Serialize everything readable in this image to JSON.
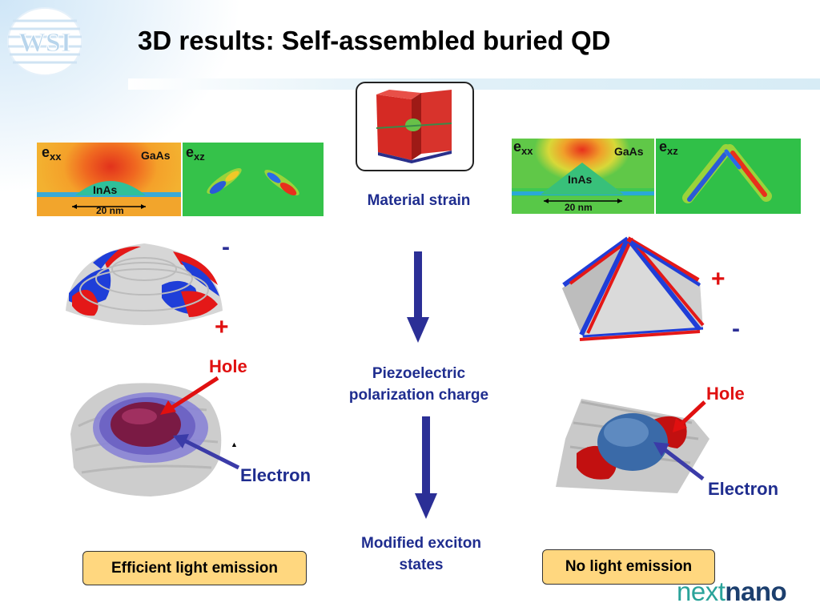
{
  "title": "3D results: Self-assembled buried QD",
  "logo": {
    "text": "WSI"
  },
  "brand": {
    "prefix": "next",
    "suffix": "nano"
  },
  "center": {
    "material_strain": "Material strain",
    "piezo_line1": "Piezoelectric",
    "piezo_line2": "polarization charge",
    "exciton_line1": "Modified exciton",
    "exciton_line2": "states"
  },
  "left": {
    "exx_e": "e",
    "exx_sub": "xx",
    "exz_e": "e",
    "exz_sub": "xz",
    "gaas": "GaAs",
    "inas": "InAs",
    "scale": "20 nm",
    "minus": "-",
    "plus": "+",
    "hole": "Hole",
    "electron": "Electron",
    "result": "Efficient light emission"
  },
  "right": {
    "exx_e": "e",
    "exx_sub": "xx",
    "exz_e": "e",
    "exz_sub": "xz",
    "gaas": "GaAs",
    "inas": "InAs",
    "scale": "20 nm",
    "plus": "+",
    "minus": "-",
    "hole": "Hole",
    "electron": "Electron",
    "result": "No light emission"
  },
  "colors": {
    "title": "#000000",
    "label_blue": "#1f2d8f",
    "hole_red": "#e01010",
    "note_fill": "#ffd77f",
    "brand_teal": "#2aa39a",
    "brand_navy": "#1c3f6e"
  }
}
